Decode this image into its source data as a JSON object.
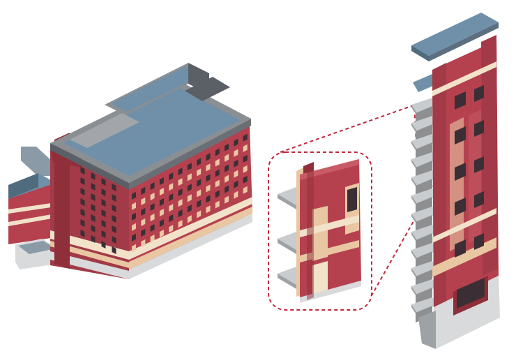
{
  "figure": {
    "panels": [
      {
        "id": "building",
        "description_name": "building-isometric-model"
      },
      {
        "id": "detail",
        "description_name": "wall-section-detail"
      },
      {
        "id": "section",
        "description_name": "facade-strip-section"
      }
    ],
    "colors": {
      "brick": "#b5414f",
      "brick_dark": "#8e2f3a",
      "brick_light": "#c95b67",
      "window": "#3b2f35",
      "trim": "#e9c7a3",
      "cream": "#f2e2c9",
      "roof": "#6f90a8",
      "roof_dark": "#4f6b7e",
      "parapet": "#8a8f94",
      "slab": "#c9ccce",
      "slab_dark": "#9da2a6",
      "base": "#d8dadb",
      "callout": "#c0283a"
    },
    "callout_style": "dashed"
  }
}
